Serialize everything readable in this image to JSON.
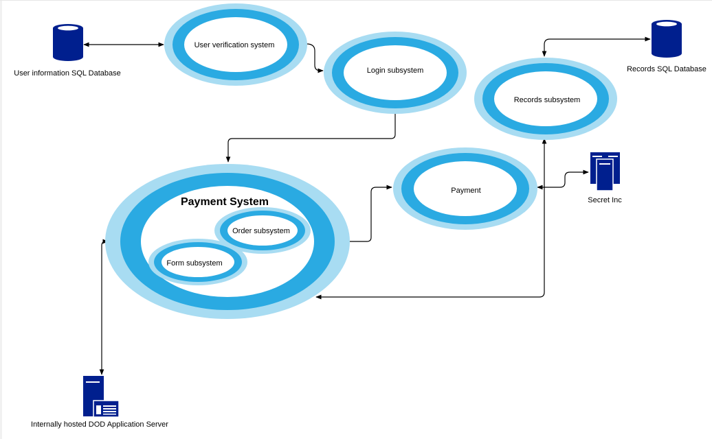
{
  "colors": {
    "outer_ring": "#a8dcf2",
    "inner_ring": "#2aaae2",
    "fill": "#ffffff",
    "icon": "#001f8e",
    "edge": "#000000"
  },
  "nodes": {
    "user_db": {
      "label": "User information SQL Database",
      "icon": "database-icon"
    },
    "user_verification": {
      "label": "User verification system"
    },
    "login": {
      "label": "Login subsystem"
    },
    "records": {
      "label": "Records subsystem"
    },
    "records_db": {
      "label": "Records SQL Database",
      "icon": "database-icon"
    },
    "payment_system": {
      "label": "Payment System"
    },
    "order": {
      "label": "Order subsystem"
    },
    "form": {
      "label": "Form subsystem"
    },
    "payment": {
      "label": "Payment"
    },
    "secret_inc": {
      "label": "Secret Inc",
      "icon": "server-rack-icon"
    },
    "dod_server": {
      "label": "Internally hosted DOD Application Server",
      "icon": "application-server-icon"
    }
  },
  "edges": [
    {
      "from": "user_db",
      "to": "user_verification",
      "arrows": "both"
    },
    {
      "from": "user_verification",
      "to": "login",
      "arrows": "end"
    },
    {
      "from": "login",
      "to": "payment_system",
      "arrows": "end"
    },
    {
      "from": "records_db",
      "to": "records",
      "arrows": "both"
    },
    {
      "from": "payment_system",
      "to": "payment",
      "arrows": "end"
    },
    {
      "from": "payment",
      "to": "secret_inc",
      "arrows": "both"
    },
    {
      "from": "records",
      "to": "payment_system",
      "arrows": "both"
    },
    {
      "from": "dod_server",
      "to": "payment_system",
      "arrows": "both"
    }
  ]
}
